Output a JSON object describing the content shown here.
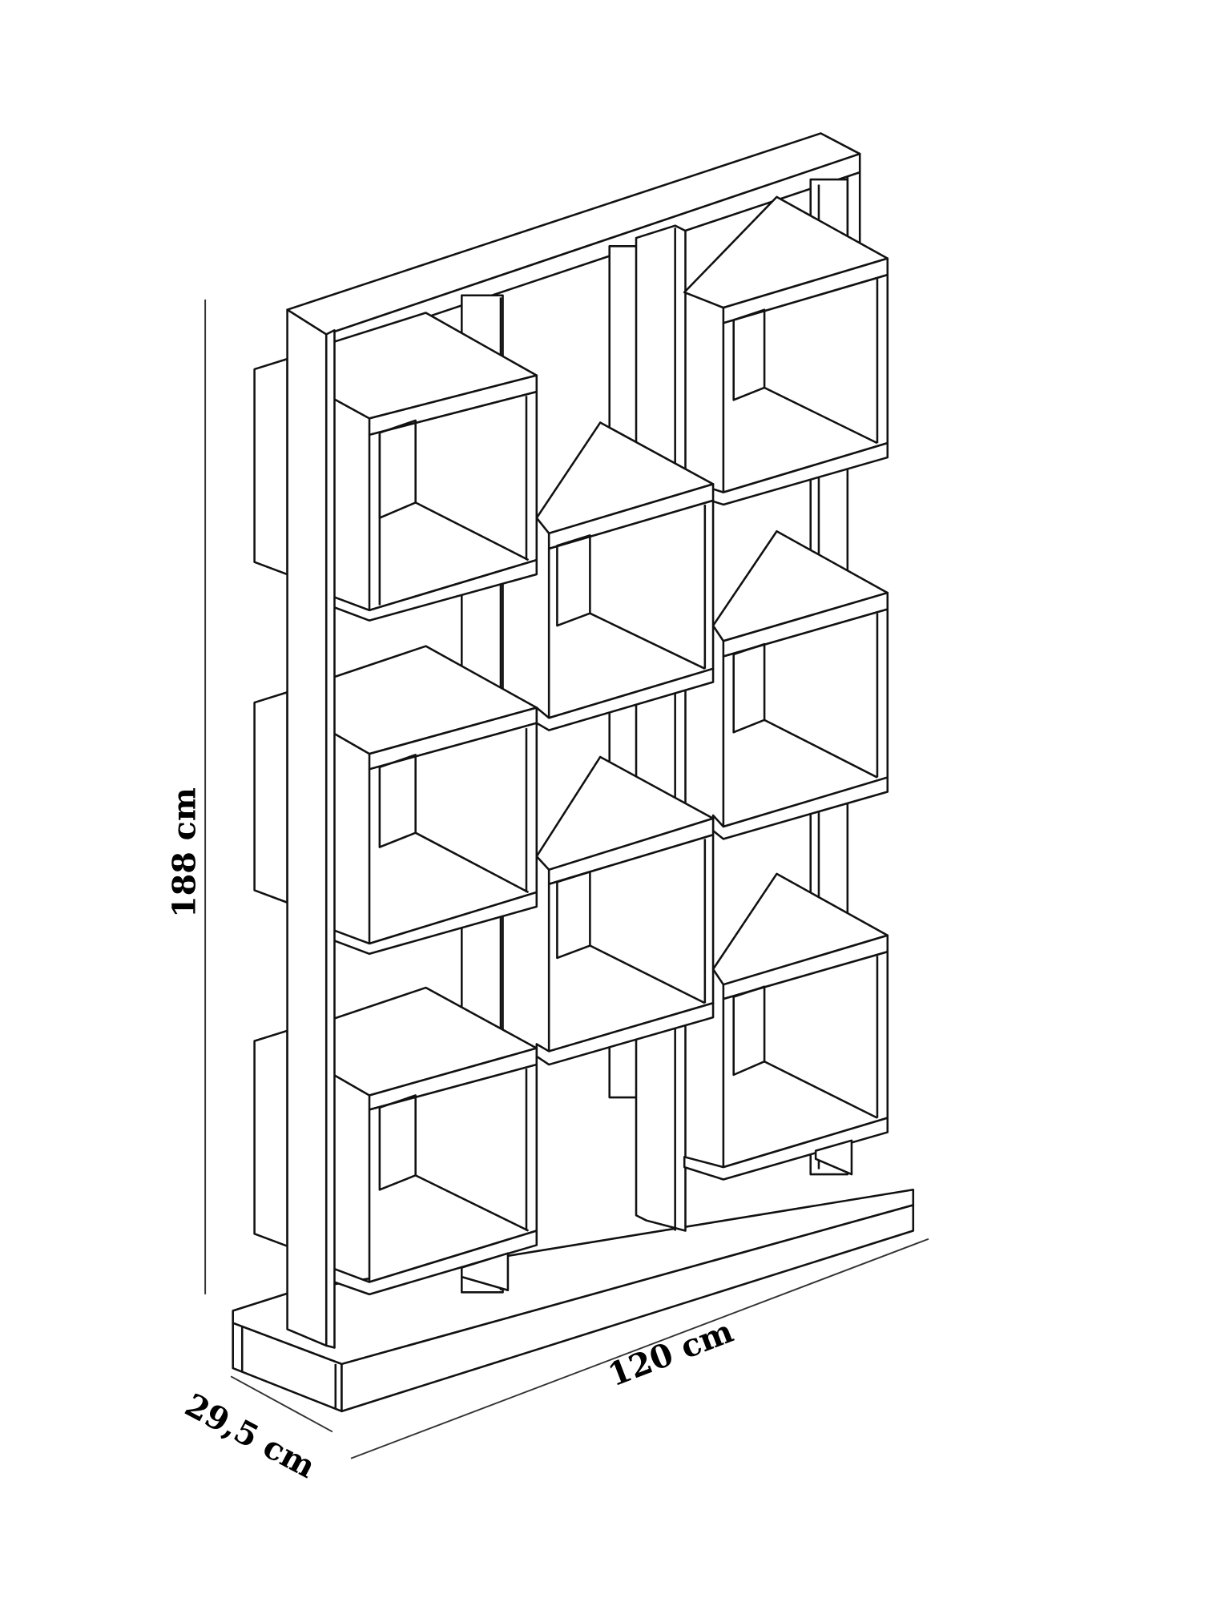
{
  "diagram": {
    "subject": "bookshelf-room-divider",
    "cube_count": 9,
    "dimensions": {
      "height": "188 cm",
      "width": "120 cm",
      "depth": "29,5 cm"
    }
  }
}
